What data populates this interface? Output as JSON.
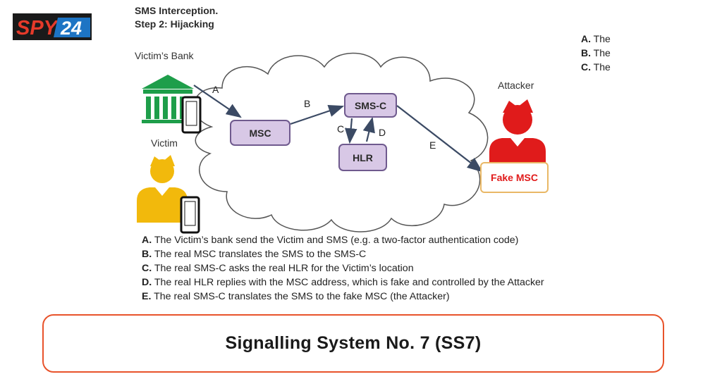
{
  "logo": {
    "text_spy": "SPY",
    "text_num": "24"
  },
  "heading": {
    "line1": "SMS Interception.",
    "line2": "Step 2: Hijacking"
  },
  "actors": {
    "bank": "Victim’s Bank",
    "victim": "Victim",
    "attacker": "Attacker"
  },
  "nodes": {
    "msc": "MSC",
    "smsc": "SMS-C",
    "hlr": "HLR",
    "fake_msc": "Fake MSC"
  },
  "edges": {
    "a": "A",
    "b": "B",
    "c": "C",
    "d": "D",
    "e": "E"
  },
  "steps": [
    {
      "letter": "A.",
      "text": "The Victim’s bank send the Victim and SMS (e.g. a two-factor authentication code)"
    },
    {
      "letter": "B.",
      "text": "The real MSC translates the SMS to the SMS-C"
    },
    {
      "letter": "C.",
      "text": "The real SMS-C asks the real HLR for the Victim’s location"
    },
    {
      "letter": "D.",
      "text": "The real HLR replies with the MSC address, which is fake and controlled by the Attacker"
    },
    {
      "letter": "E.",
      "text": "The real SMS-C translates the SMS to the fake MSC (the Attacker)"
    }
  ],
  "side_notes": [
    {
      "letter": "A.",
      "text": "The"
    },
    {
      "letter": "B.",
      "text": "The"
    },
    {
      "letter": "C.",
      "text": "The"
    }
  ],
  "banner": {
    "title": "Signalling System No. 7 (SS7)"
  },
  "colors": {
    "bank_green": "#1e9e4a",
    "victim_yellow": "#f2b90c",
    "attacker_red": "#e01b1b",
    "node_fill": "#d8c8e6",
    "node_border": "#6f5a8e",
    "banner_border": "#e8532b",
    "logo_red": "#e63a2a",
    "logo_blue": "#1d74c4"
  }
}
